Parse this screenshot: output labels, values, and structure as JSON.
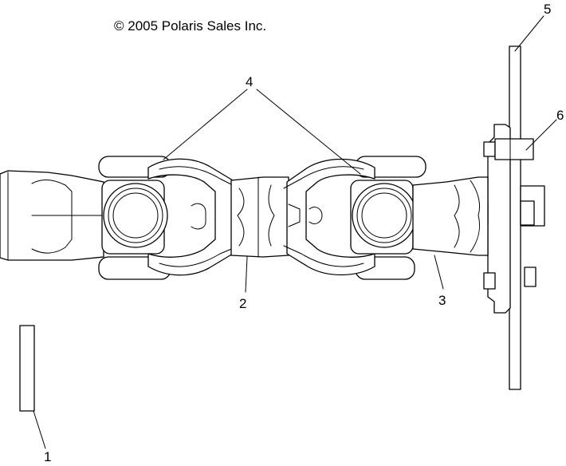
{
  "copyright": "© 2005 Polaris Sales Inc.",
  "callouts": {
    "c1": "1",
    "c2": "2",
    "c3": "3",
    "c4": "4",
    "c5": "5",
    "c6": "6"
  }
}
